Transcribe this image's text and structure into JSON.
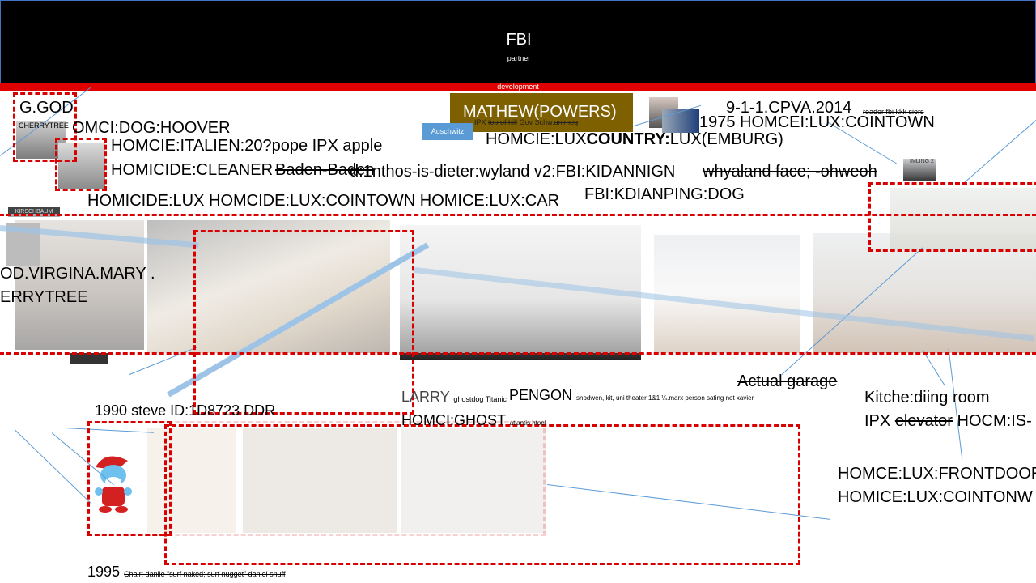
{
  "header": {
    "title": "FBI",
    "subtitle": "partner"
  },
  "band_label": "development",
  "texts": {
    "ggod": "G.GOD",
    "cherrytree_small": "CHERRYTREE",
    "omci_dog": "OMCI:DOG:HOOVER",
    "homcie_italien": "HOMCIE:ITALIEN:20?pope IPX apple",
    "homicide_cleaner": "HOMICIDE:CLEANER",
    "baden": "Baden-Baden",
    "dieter": "d:1nthos-is-dieter:wyland v2:FBI:KIDANNIGN",
    "whyaland": "whyaland face; -ohweoh",
    "homicide_lux_row": "HOMICIDE:LUX  HOMCIDE:LUX:COINTOWN HOMICE:LUX:CAR",
    "fbi_dog": "FBI:KDIANPING:DOG",
    "matthew": "MATHEW(POWERS)",
    "matthew_sub_a": "IPX",
    "matthew_sub_b": "top of hill",
    "matthew_sub_c": "Gov Schw.",
    "matthew_sub_d": "unimeg",
    "auschwitz": "Auschwitz",
    "cpva": "9-1-1.CPVA.2014",
    "cpva_small": "reader fbi kkk siers",
    "homcei_1975": "1975 HOMCEI:LUX:COINTOWN",
    "homcie_country_a": "HOMCIE:LUX",
    "homcie_country_b": "COUNTRY:",
    "homcie_country_c": "LUX(EMBURG)",
    "virgina": "OD.VIRGINA.MARY .",
    "cherrytree_big": "ERRYTREE",
    "y1990": "1990",
    "steve": "steve",
    "id_ddr": "ID:1D8723  DDR",
    "larry": "LARRY",
    "larry_small": "ghostdog Titanic",
    "pengon": "PENGON",
    "pengon_small": "snodwen, kit, uni theater 1&1  ¼.marx person sating not xavier",
    "homci_ghost": "HOMCI:GHOST",
    "homci_ghost_small": "atlantis htoel",
    "actual_garage": "Actual garage",
    "kitche": "Kitche:diing room",
    "ipx": "IPX",
    "elevator": "elevator",
    "hocm": "HOCM:IS-",
    "frontdoor": "HOMCE:LUX:FRONTDOOR",
    "cointonw": "HOMICE:LUX:COINTONW",
    "y1995": "1995",
    "chair": "Chair: danile “surf naked; surf nugget”  daniel snuff",
    "logo": "KIRSCHBAUM",
    "imlino": "IMLING 2"
  },
  "colors": {
    "header_bg": "#000000",
    "band": "#e00000",
    "dash": "#d80000",
    "matthew_box": "#7f6000",
    "auschwitz_box": "#5b9bd5",
    "connector": "#5b9bd5"
  }
}
